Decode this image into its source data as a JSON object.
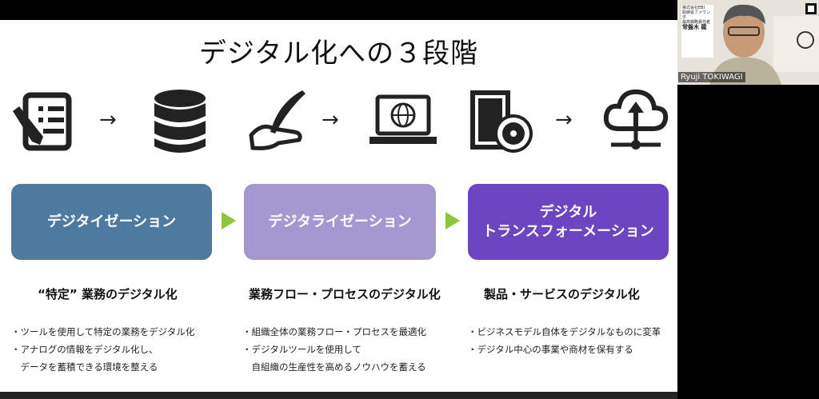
{
  "slide": {
    "title": "デジタル化への３段階",
    "arrow_glyph": "→",
    "stages": [
      {
        "label_lines": [
          "デジタイゼーション"
        ],
        "subhead": "“特定” 業務のデジタル化",
        "bullets": [
          "・ツールを使用して特定の業務をデジタル化",
          "・アナログの情報をデジタル化し、",
          "　データを蓄積できる環境を整える"
        ]
      },
      {
        "label_lines": [
          "デジタライゼーション"
        ],
        "subhead": "業務フロー・プロセスのデジタル化",
        "bullets": [
          "・組織全体の業務フロー・プロセスを最適化",
          "・デジタルツールを使用して",
          "　自組織の生産性を高めるノウハウを蓄える"
        ]
      },
      {
        "label_lines": [
          "デジタル",
          "トランスフォーメーション"
        ],
        "subhead": "製品・サービスのデジタル化",
        "bullets": [
          "・ビジネスモデル自体をデジタルなものに変革",
          "・デジタル中心の事業や商材を保有する"
        ]
      }
    ],
    "colors": {
      "stage1": "#4f7a9f",
      "stage2": "#a597cf",
      "stage3": "#6c45c0",
      "chevron": "#8cc63f"
    }
  },
  "video": {
    "participant_name": "Ryuji TOKIWAGI",
    "card_lines": [
      "株式会社EBI",
      "取締役ファウンダ",
      "最高戦略責任者",
      "",
      "常盤木 龍"
    ]
  }
}
